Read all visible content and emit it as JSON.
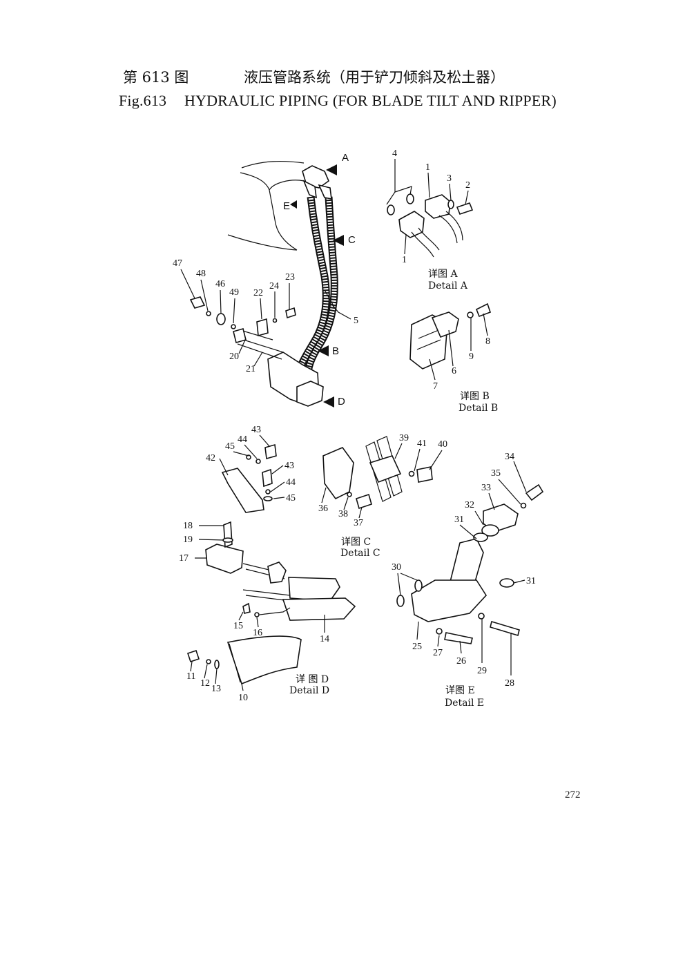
{
  "title": {
    "cn_fig": "第 613 图",
    "cn_text": "液压管路系统（用于铲刀倾斜及松土器）",
    "en_fig": "Fig.613",
    "en_text": "HYDRAULIC PIPING (FOR BLADE TILT AND RIPPER)"
  },
  "arrows": [
    "A",
    "E",
    "C",
    "B",
    "D"
  ],
  "details": {
    "a": {
      "cn": "详图 A",
      "en": "Detail A"
    },
    "b": {
      "cn": "详图 B",
      "en": "Detail B"
    },
    "c": {
      "cn": "详图 C",
      "en": "Detail C"
    },
    "d": {
      "cn": "详 图 D",
      "en": "Detail D"
    },
    "e": {
      "cn": "详图 E",
      "en": "Detail E"
    }
  },
  "callouts": {
    "main": [
      "47",
      "48",
      "46",
      "49",
      "22",
      "24",
      "23",
      "5",
      "20",
      "21"
    ],
    "a": [
      "4",
      "1",
      "3",
      "2",
      "1"
    ],
    "b": [
      "8",
      "9",
      "6",
      "7"
    ],
    "c": [
      "39",
      "41",
      "40",
      "36",
      "38",
      "37"
    ],
    "bracket": [
      "43",
      "45",
      "44",
      "42",
      "43",
      "44",
      "45"
    ],
    "d": [
      "18",
      "19",
      "17",
      "15",
      "16",
      "14",
      "11",
      "12",
      "13",
      "10"
    ],
    "e": [
      "34",
      "35",
      "33",
      "32",
      "31",
      "30",
      "31",
      "25",
      "27",
      "26",
      "29",
      "28"
    ]
  },
  "page_number": "272"
}
